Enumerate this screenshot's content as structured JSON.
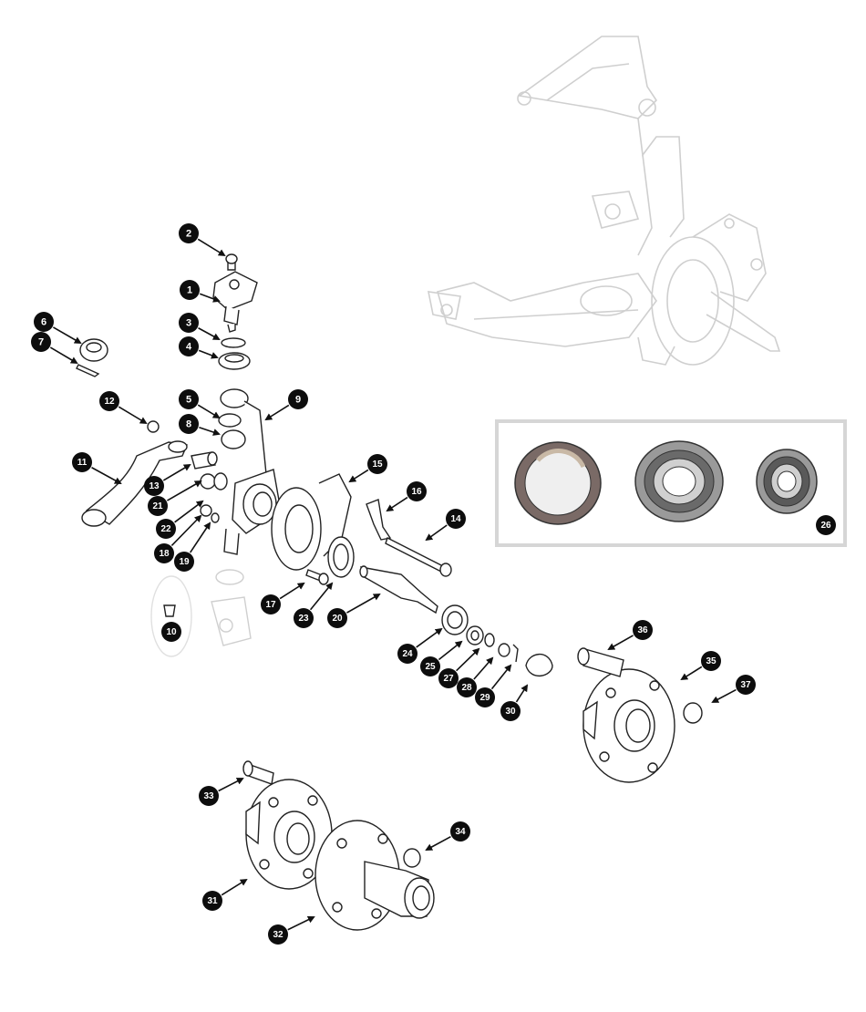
{
  "diagram": {
    "part_numbers": [
      "1",
      "2",
      "3",
      "4",
      "5",
      "6",
      "7",
      "8",
      "9",
      "10",
      "11",
      "12",
      "13",
      "14",
      "15",
      "16",
      "17",
      "18",
      "19",
      "20",
      "21",
      "22",
      "23",
      "24",
      "25",
      "26",
      "27",
      "28",
      "29",
      "30",
      "31",
      "32",
      "33",
      "34",
      "35",
      "36",
      "37"
    ],
    "colors": {
      "line": "#222222",
      "ghost_line": "#c8c8c8",
      "badge_fill": "#0d0d0d",
      "badge_text": "#ffffff",
      "inset_border": "#d6d6d6",
      "seal_rubber": "#7a6a66",
      "seal_metal": "#bdbdbd",
      "bearing_outer": "#9a9a9a",
      "bearing_inner": "#5a5a5a"
    },
    "inset_label": "26"
  }
}
